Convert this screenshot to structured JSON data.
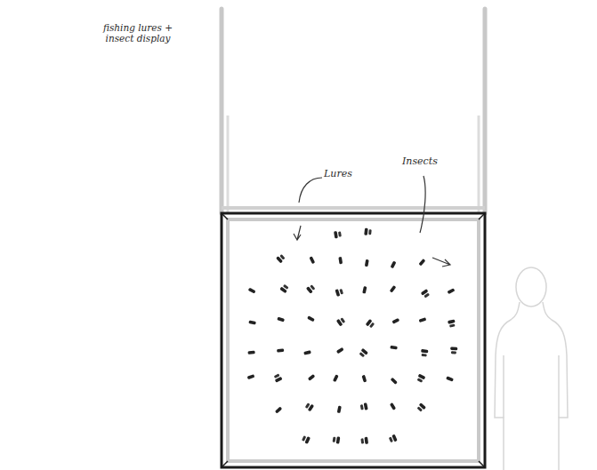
{
  "diagram": {
    "labels": [
      "fishing lures + insect display",
      "Lures",
      "Insects"
    ]
  }
}
